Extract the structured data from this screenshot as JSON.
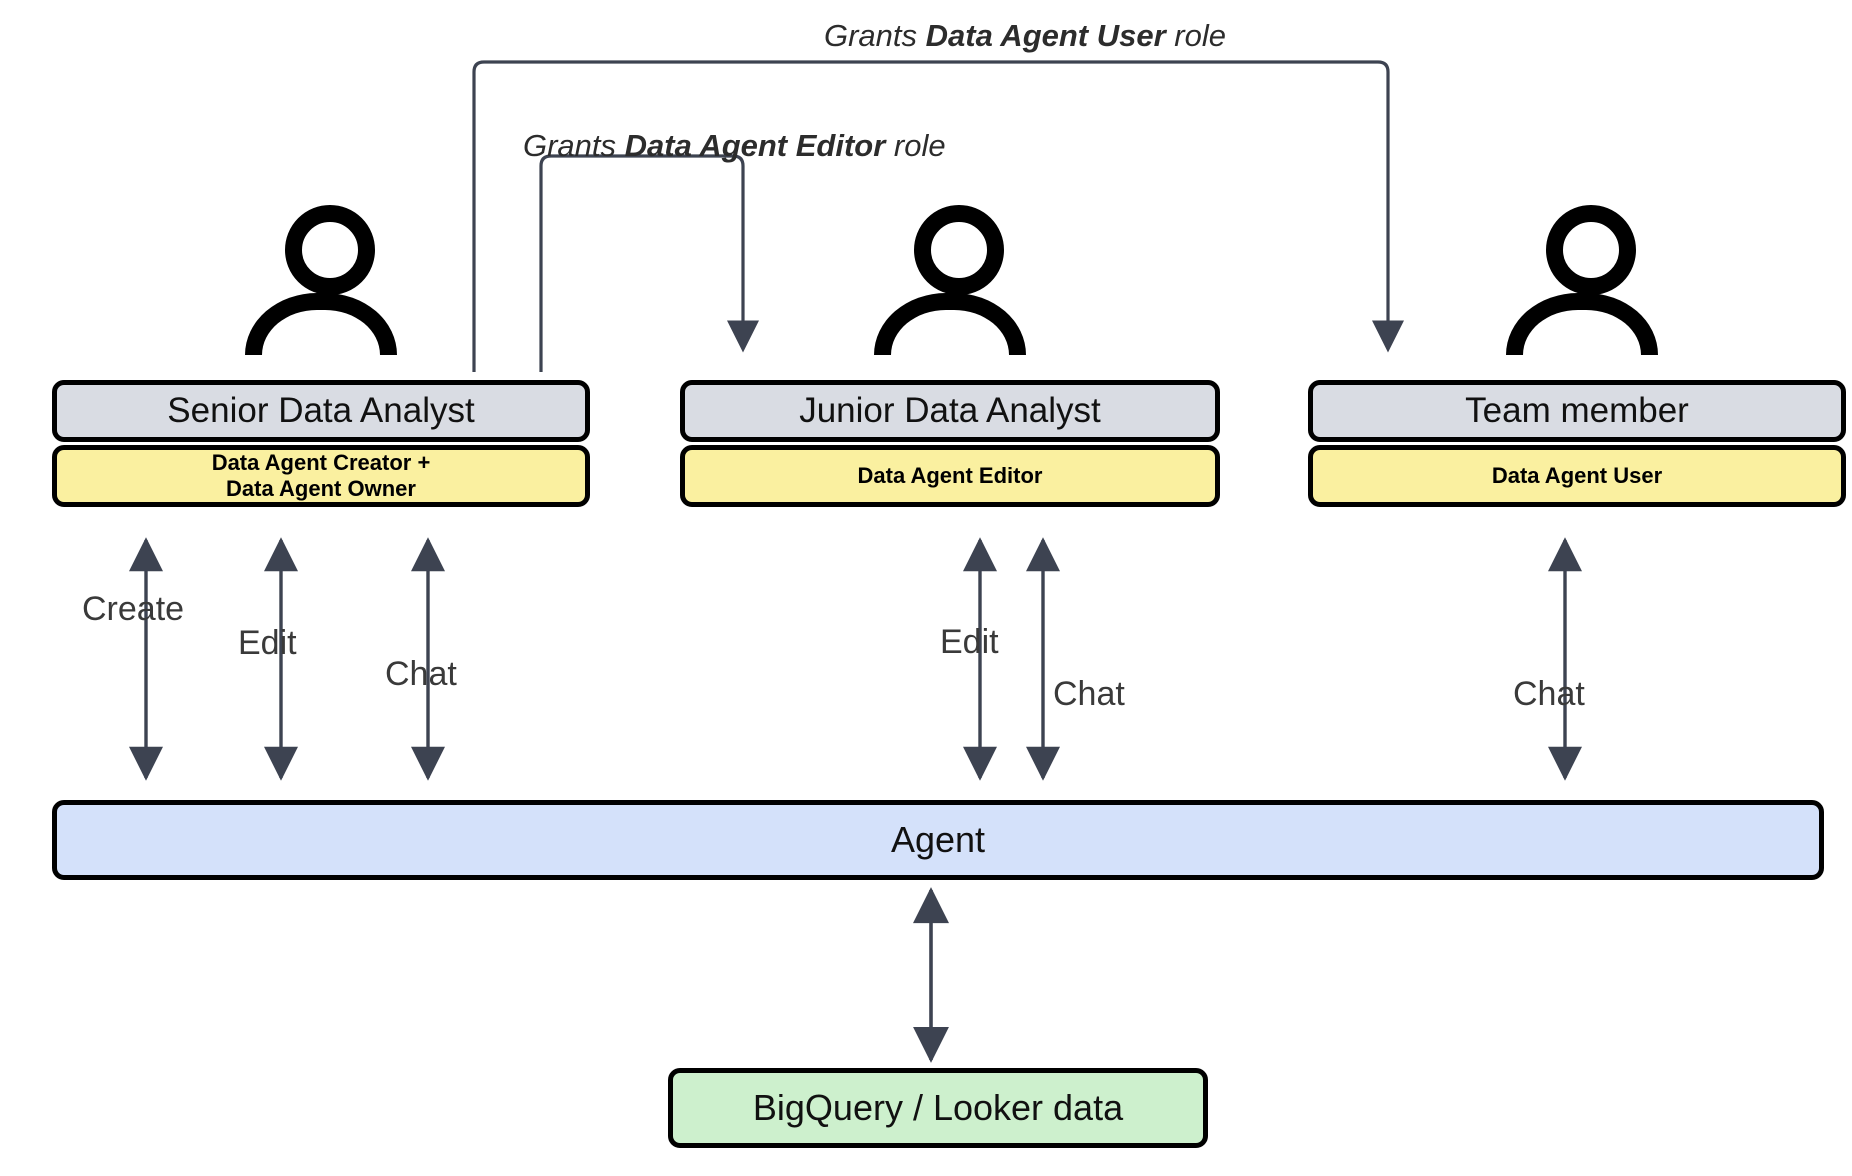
{
  "diagram": {
    "title": "Data Agent roles and access diagram",
    "colors": {
      "title_box_fill": "#d9dce3",
      "role_box_fill": "#faf0a0",
      "agent_fill": "#d4e1fa",
      "data_fill": "#cdf0cd",
      "stroke": "#000000",
      "arrow": "#3d4351"
    }
  },
  "grant_edges": [
    {
      "prefix": "Grants ",
      "role": "Data Agent User",
      "suffix": " role",
      "from": "Senior Data Analyst",
      "to": "Team member"
    },
    {
      "prefix": "Grants ",
      "role": "Data Agent Editor",
      "suffix": " role",
      "from": "Senior Data Analyst",
      "to": "Junior Data Analyst"
    }
  ],
  "personas": [
    {
      "icon": "person-icon",
      "title": "Senior Data Analyst",
      "role_line_1": "Data Agent Creator +",
      "role_line_2": "Data Agent Owner",
      "actions": [
        "Create",
        "Edit",
        "Chat"
      ]
    },
    {
      "icon": "person-icon",
      "title": "Junior Data Analyst",
      "role_line_1": "Data Agent Editor",
      "role_line_2": "",
      "actions": [
        "Edit",
        "Chat"
      ]
    },
    {
      "icon": "person-icon",
      "title": "Team member",
      "role_line_1": "Data Agent User",
      "role_line_2": "",
      "actions": [
        "Chat"
      ]
    }
  ],
  "agent": {
    "label": "Agent"
  },
  "data_source": {
    "label": "BigQuery / Looker data"
  }
}
